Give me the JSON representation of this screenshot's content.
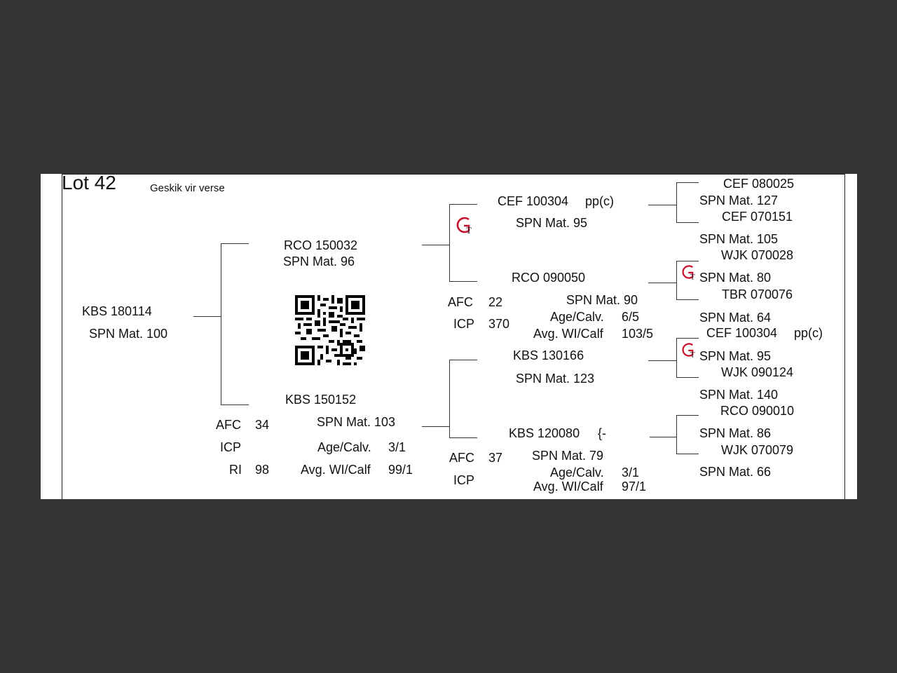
{
  "lot": "Lot 42",
  "note": "Geskik vir verse",
  "animal": {
    "id": "KBS 180114",
    "spn": "SPN Mat. 100"
  },
  "sire": {
    "id": "RCO 150032",
    "spn": "SPN Mat. 96"
  },
  "dam": {
    "id": "KBS 150152",
    "spn": "SPN Mat. 103",
    "afc_label": "AFC",
    "afc": "34",
    "icp_label": "ICP",
    "ri_label": "RI",
    "ri": "98",
    "agecalv_label": "Age/Calv.",
    "agecalv": "3/1",
    "avgwi_label": "Avg. WI/Calf",
    "avgwi": "99/1"
  },
  "ss": {
    "id": "CEF 100304",
    "suffix": "pp(c)",
    "spn": "SPN Mat. 95"
  },
  "sd": {
    "id": "RCO 090050",
    "spn": "SPN Mat. 90",
    "afc_label": "AFC",
    "afc": "22",
    "icp_label": "ICP",
    "icp": "370",
    "agecalv_label": "Age/Calv.",
    "agecalv": "6/5",
    "avgwi_label": "Avg. WI/Calf",
    "avgwi": "103/5"
  },
  "ds": {
    "id": "KBS 130166",
    "spn": "SPN Mat. 123"
  },
  "dd": {
    "id": "KBS 120080",
    "suffix": "{-",
    "spn": "SPN Mat. 79",
    "afc_label": "AFC",
    "afc": "37",
    "icp_label": "ICP",
    "agecalv_label": "Age/Calv.",
    "agecalv": "3/1",
    "avgwi_label": "Avg. WI/Calf",
    "avgwi": "97/1"
  },
  "gg": [
    {
      "id": "CEF 080025",
      "spn": "SPN Mat. 127"
    },
    {
      "id": "CEF 070151",
      "spn": "SPN Mat. 105"
    },
    {
      "id": "WJK 070028",
      "spn": "SPN Mat. 80"
    },
    {
      "id": "TBR 070076",
      "spn": "SPN Mat. 64"
    },
    {
      "id": "CEF 100304",
      "suffix": "pp(c)",
      "spn": "SPN Mat. 95"
    },
    {
      "id": "WJK 090124",
      "spn": "SPN Mat. 140"
    },
    {
      "id": "RCO 090010",
      "spn": "SPN Mat. 86"
    },
    {
      "id": "WJK 070079",
      "spn": "SPN Mat. 66"
    }
  ],
  "icons": {
    "logo": "gt-breeder-logo-icon",
    "qr": "qr-code-icon"
  },
  "colors": {
    "background": "#333333",
    "page": "#ffffff",
    "logo_red": "#c8102e"
  }
}
